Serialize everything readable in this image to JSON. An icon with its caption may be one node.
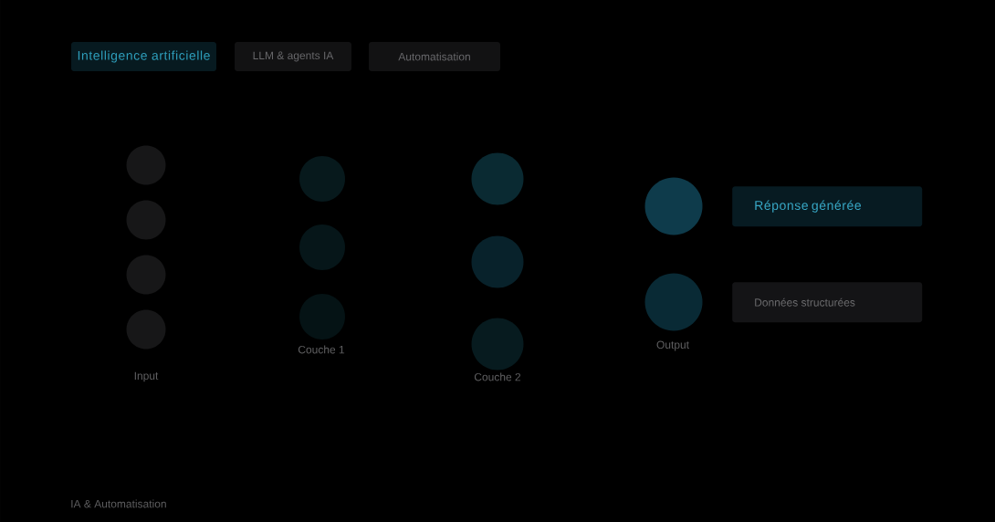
{
  "diagram": {
    "nodes": [
      {
        "text": [
          "Intelligence artificielle"
        ]
      },
      {
        "text": [
          "LLM & agents IA"
        ]
      },
      {
        "text": [
          "Automatisation"
        ]
      },
      {
        "text": [],
        "shape": "circle"
      },
      {
        "text": [],
        "shape": "circle"
      },
      {
        "text": [],
        "shape": "circle"
      },
      {
        "text": [],
        "shape": "circle"
      },
      {
        "text": [],
        "shape": "circle"
      },
      {
        "text": [],
        "shape": "circle"
      },
      {
        "text": [],
        "shape": "circle"
      },
      {
        "text": [],
        "shape": "circle"
      },
      {
        "text": [],
        "shape": "circle"
      },
      {
        "text": [],
        "shape": "circle"
      },
      {
        "text": [],
        "shape": "circle"
      },
      {
        "text": [],
        "shape": "circle"
      },
      {
        "text": [
          "Réponse générée"
        ]
      },
      {
        "text": [
          "Données structurées"
        ]
      }
    ],
    "labels": [
      "Input",
      "Couche 1",
      "Couche 2",
      "Output",
      "IA & Automatisation"
    ]
  }
}
